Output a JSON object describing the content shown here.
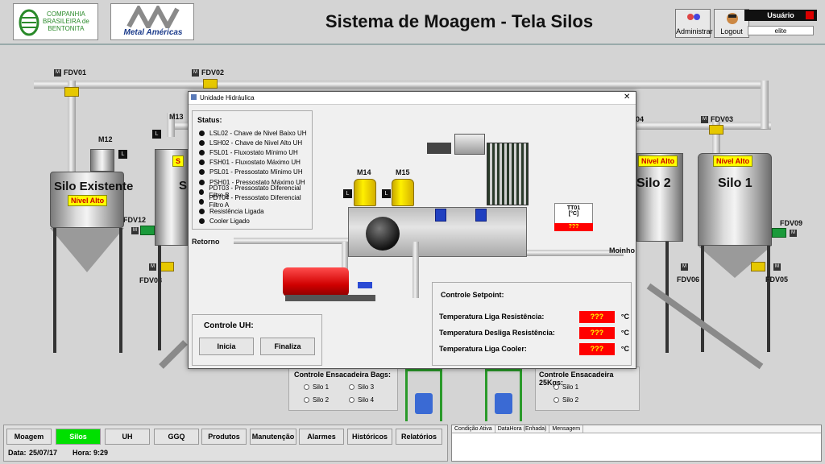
{
  "header": {
    "logo1_text": "COMPANHIA\nBRASILEIRA de\nBENTONITA",
    "logo2_text": "Metal Américas",
    "title": "Sistema de Moagem - Tela Silos",
    "admin_label": "Administrar",
    "logout_label": "Logout",
    "user_label": "Usuário",
    "user_value": "elite"
  },
  "silos": {
    "silo_existente": "Silo Existente",
    "silo2": "Silo 2",
    "silo1": "Silo 1",
    "nivel_alto": "Nível Alto",
    "partial_s": "S"
  },
  "tags": {
    "fdv01": "FDV01",
    "fdv02": "FDV02",
    "fdv03": "FDV03",
    "fdv04": "04",
    "fdv05": "FDV05",
    "fdv06": "FDV06",
    "fdv08": "FDV08",
    "fdv09": "FDV09",
    "fdv12": "FDV12",
    "m12": "M12",
    "m13": "M13",
    "m": "M",
    "l": "L"
  },
  "dialog": {
    "title": "Unidade Hidráulica",
    "close": "✕",
    "status_title": "Status:",
    "status_items": [
      "LSL02 - Chave de Nivel Baixo UH",
      "LSH02 - Chave de Nivel Alto UH",
      "FSL01 - Fluxostato Mínimo UH",
      "FSH01 - Fluxostato Máximo UH",
      "PSL01 - Pressostato Mínimo UH",
      "PSH01 - Pressostato Máximo UH",
      "PDT03 - Pressostato Diferencial Filtro B",
      "PDT04 - Pressostato Diferencial Filtro A",
      "Resistência Ligada",
      "Cooler Ligado"
    ],
    "m14": "M14",
    "m15": "M15",
    "l": "L",
    "tt01": "TT01",
    "tt01_unit": "[°C]",
    "tt01_value": "???",
    "retorno": "Retorno",
    "moinho": "Moinho",
    "controle_uh": "Controle UH:",
    "inicia": "Inicia",
    "finaliza": "Finaliza",
    "setpoint_title": "Controle Setpoint:",
    "setpoints": [
      {
        "label": "Temperatura Liga Resistência:",
        "value": "???",
        "unit": "°C"
      },
      {
        "label": "Temperatura Desliga Resistência:",
        "value": "???",
        "unit": "°C"
      },
      {
        "label": "Temperatura Liga Cooler:",
        "value": "???",
        "unit": "°C"
      }
    ]
  },
  "bags": {
    "title": "Controle Ensacadeira Bags:",
    "options": [
      "Silo 1",
      "Silo 3",
      "Silo 2",
      "Silo 4"
    ]
  },
  "bags25": {
    "title": "Controle Ensacadeira 25Kgs:",
    "options": [
      "Silo 1",
      "Silo 2"
    ]
  },
  "nav": {
    "moagem": "Moagem",
    "silos": "Silos",
    "uh": "UH",
    "ggq": "GGQ",
    "produtos": "Produtos",
    "manutencao": "Manutenção",
    "alarmes": "Alarmes",
    "historicos": "Históricos",
    "relatorios": "Relatórios"
  },
  "footer": {
    "data_label": "Data:",
    "data_value": "25/07/17",
    "hora_label": "Hora:",
    "hora_value": "9:29"
  },
  "messages": {
    "col1": "Condição Ativa",
    "col2": "DataHora (Enhada)",
    "col3": "Mensagem"
  },
  "colors": {
    "alarm_bg": "#ffff00",
    "active_nav": "#00e000",
    "setpoint_bg": "#ff0000"
  }
}
